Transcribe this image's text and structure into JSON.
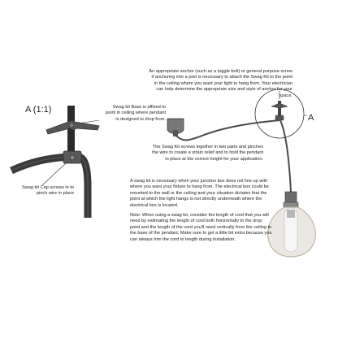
{
  "labels": {
    "detail": "A (1:1)",
    "callout": "A"
  },
  "notes": {
    "anchor": "An appropriate anchor (such as a toggle bolt) or general purpose screw if anchoring into a joist is necessary to attach the Swag Kit to the point in the ceiling where you want your light to hang from. Your electrician can help determine the appropriate size and style of anchor for your space.",
    "swag_base": "Swag kit Base is affixed to point in ceiling where pendant is designed to drop from.",
    "swag_cap": "Swag kit Cap screws in to pinch wire in place",
    "swag_kit": "The Swag Kit screws together in two parts and pinches the wire to create a strain relief and to hold the pendant in place at the correct height for your application.",
    "junction_box": "A swag kit is necessary when your junction box does not line up with where you want your fixture to hang from. The electrical box could be mounted to the wall or the ceiling and your situation dictates that the point at which the light hangs is not directly underneath where the electrical box is located.",
    "measuring": "Note: When using a swag kit, consider the length of cord that you will need by estimating the length of cord both horizontally to the drop point and the length of the cord you'll need vertically from the ceiling to the base of the pendant. Make sure to get a little bit extra because you can always trim the cord to length during installation."
  },
  "colors": {
    "line": "#333333",
    "cord": "#4a4a4a",
    "metal": "#6b6b6b",
    "glass": "#c9c0b4",
    "bulb": "#eeeeee"
  }
}
